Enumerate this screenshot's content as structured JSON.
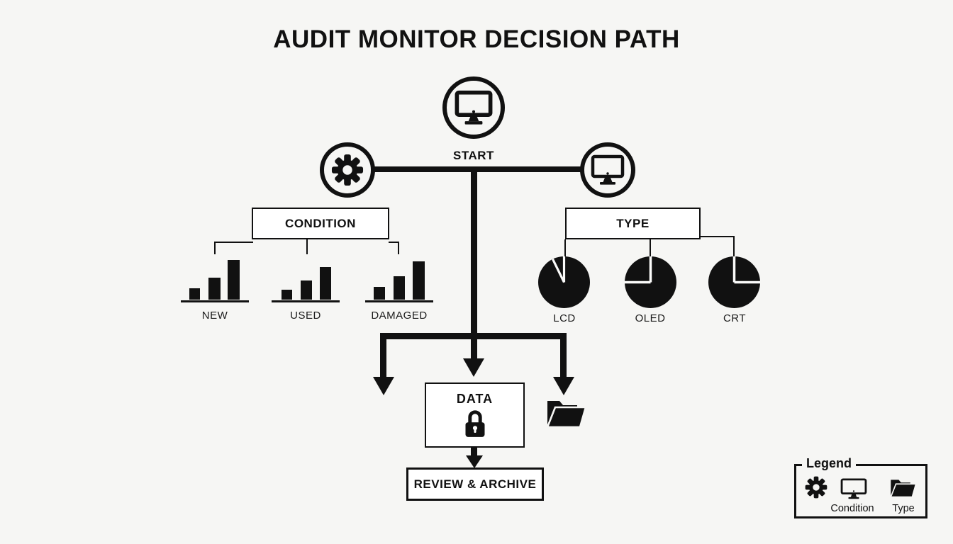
{
  "title": "AUDIT MONITOR DECISION PATH",
  "colors": {
    "background": "#f6f6f4",
    "ink": "#111111",
    "box_fill": "#ffffff"
  },
  "start_node": {
    "label": "START",
    "icon": "monitor-icon"
  },
  "left_branch_node": {
    "icon": "gear-icon"
  },
  "right_branch_node": {
    "icon": "monitor-icon"
  },
  "condition_branch": {
    "label": "CONDITION",
    "options": [
      {
        "label": "NEW",
        "icon": "bar-chart-icon"
      },
      {
        "label": "USED",
        "icon": "bar-chart-icon"
      },
      {
        "label": "DAMAGED",
        "icon": "bar-chart-icon"
      }
    ]
  },
  "type_branch": {
    "label": "TYPE",
    "options": [
      {
        "label": "LCD",
        "icon": "pie-chart-icon"
      },
      {
        "label": "OLED",
        "icon": "pie-chart-icon"
      },
      {
        "label": "CRT",
        "icon": "pie-chart-icon"
      }
    ]
  },
  "data_node": {
    "label": "DATA",
    "icon": "lock-icon"
  },
  "archive_node": {
    "icon": "folder-icon"
  },
  "review_node": {
    "label": "REVIEW & ARCHIVE"
  },
  "legend": {
    "title": "Legend",
    "items": [
      {
        "icon": "gear-icon",
        "label": ""
      },
      {
        "icon": "monitor-icon",
        "label": "Condition"
      },
      {
        "icon": "folder-icon",
        "label": "Type"
      }
    ]
  }
}
